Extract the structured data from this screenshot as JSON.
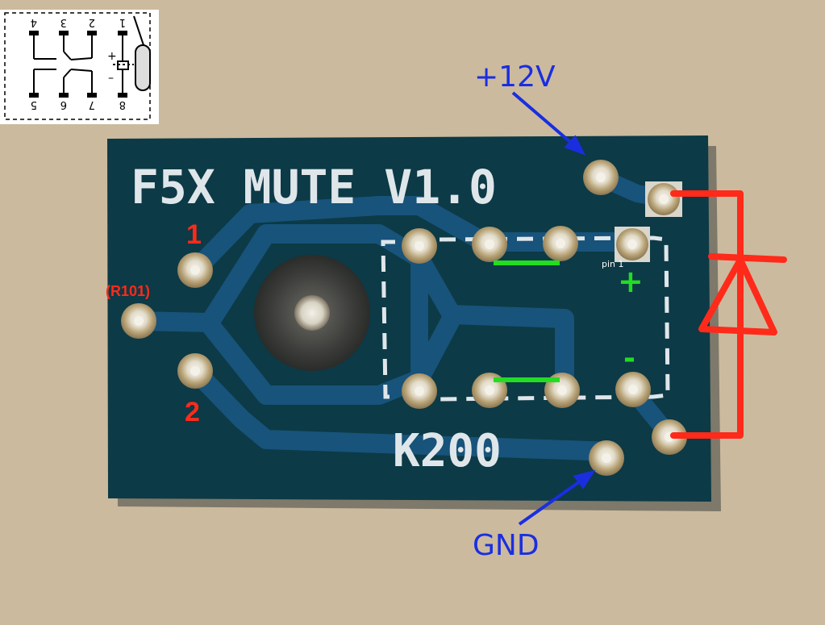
{
  "colors": {
    "background": "#cdbb9d",
    "board": "#0c3a46",
    "trace": "#17537a",
    "silkscreen": "#dfe6ea",
    "pad": "#c8b58c",
    "annotation_red": "#ff2a1a",
    "annotation_blue": "#1a2ee0",
    "annotation_green": "#22dd22"
  },
  "board": {
    "title": "F5X MUTE V1.0",
    "part": "K200"
  },
  "annotations": {
    "pin_1_label": "1",
    "pin_2_label": "2",
    "resistor_label": "(R101)",
    "supply_label": "+12V",
    "ground_label": "GND",
    "pin1_marker": "pin 1",
    "plus_sign": "+",
    "minus_sign": "-"
  },
  "schematic": {
    "top_pin_numbers": [
      "4",
      "3",
      "2",
      "1"
    ],
    "bottom_pin_numbers": [
      "5",
      "6",
      "7",
      "8"
    ],
    "coil_plus": "+",
    "coil_minus": "–"
  }
}
